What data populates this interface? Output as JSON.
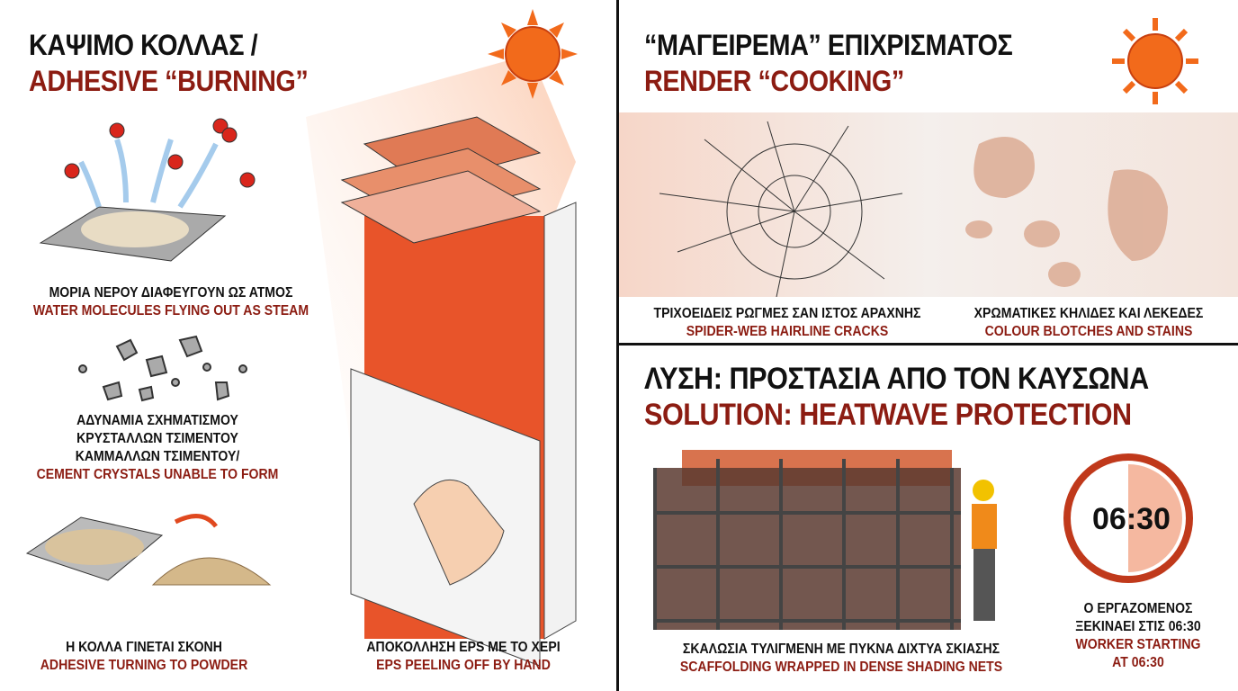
{
  "left": {
    "title_gr": "ΚΑΨΙΜΟ ΚΟΛΛΑΣ /",
    "title_en": "ADHESIVE “BURNING”",
    "steam": {
      "gr": "ΜΟΡΙΑ ΝΕΡΟΥ ΔΙΑΦΕΥΓΟΥΝ ΩΣ ΑΤΜΟΣ",
      "en": "WATER MOLECULES FLYING OUT AS STEAM"
    },
    "crystals": {
      "gr1": "ΑΔΥΝΑΜΙΑ ΣΧΗΜΑΤΙΣΜΟΥ",
      "gr2": "ΚΡΥΣΤΑΛΛΩΝ ΤΣΙΜΕΝΤΟΥ",
      "gr3": "ΚΑΜΜΑΛΛΩΝ ΤΣΙΜΕΝΤΟΥ/",
      "en": "CEMENT CRYSTALS UNABLE TO FORM"
    },
    "powder": {
      "gr": "Η ΚΟΛΛΑ ΓΙΝΕΤΑΙ ΣΚΟΝΗ",
      "en": "ADHESIVE TURNING TO POWDER"
    },
    "eps": {
      "gr": "ΑΠΟΚΟΛΛΗΣΗ EPS ΜΕ ΤΟ ΧΕΡΙ",
      "en": "EPS PEELING OFF BY HAND"
    }
  },
  "right_top": {
    "title_gr": "“ΜΑΓΕΙΡΕΜΑ” ΕΠΙΧΡΙΣΜΑΤΟΣ",
    "title_en": "RENDER “COOKING”",
    "cracks": {
      "gr": "ΤΡΙΧΟΕΙΔΕΙΣ ΡΩΓΜΕΣ ΣΑΝ ΙΣΤΟΣ ΑΡΑΧΝΗΣ",
      "en": "SPIDER-WEB HAIRLINE CRACKS"
    },
    "stains": {
      "gr": "ΧΡΩΜΑΤΙΚΕΣ ΚΗΛΙΔΕΣ ΚΑΙ ΛΕΚΕΔΕΣ",
      "en": "COLOUR BLOTCHES AND STAINS"
    }
  },
  "right_bottom": {
    "title_gr": "ΛΥΣΗ: ΠΡΟΣΤΑΣΙΑ ΑΠΟ ΤΟΝ ΚΑΥΣΩΝΑ",
    "title_en": "SOLUTION: HEATWAVE PROTECTION",
    "scaffold": {
      "gr": "ΣΚΑΛΩΣΙΑ ΤΥΛΙΓΜΕΝΗ ΜΕ ΠΥΚΝΑ ΔΙΧΤΥΑ ΣΚΙΑΣΗΣ",
      "en": "SCAFFOLDING WRAPPED IN DENSE SHADING NETS"
    },
    "clock_time": "06:30",
    "worker": {
      "gr1": "Ο ΕΡΓΑΖΟΜΕΝΟΣ",
      "gr2": "ΞΕΚΙΝΑΕΙ ΣΤΙΣ 06:30",
      "en1": "WORKER STARTING",
      "en2": "AT 06:30"
    }
  },
  "colors": {
    "accent": "#8c1c12",
    "sun": "#f26a1b",
    "render": "#e8542a"
  }
}
